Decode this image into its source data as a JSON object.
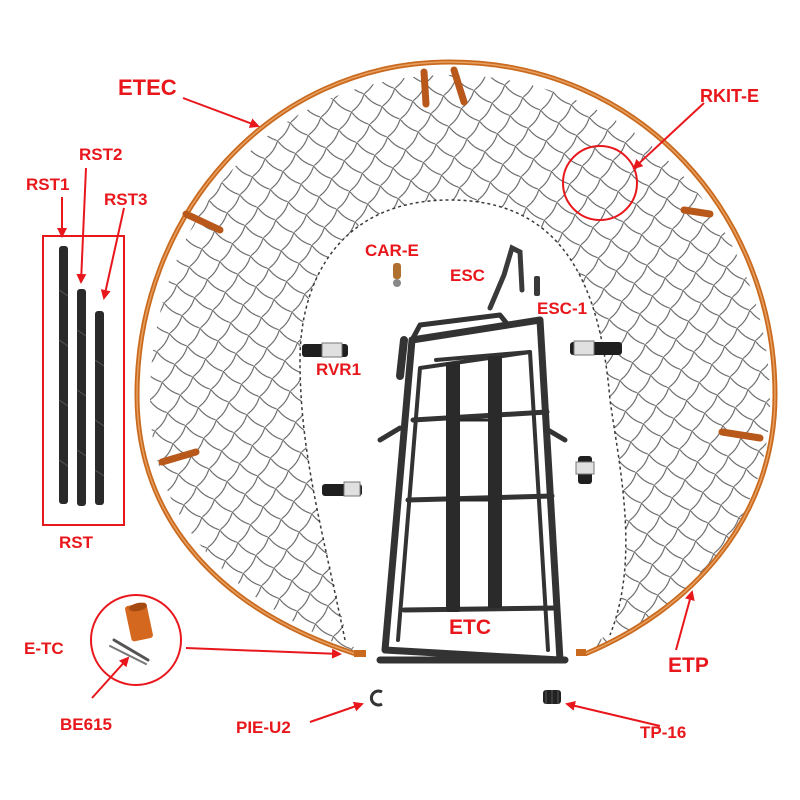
{
  "labels": {
    "etec": "ETEC",
    "rkit_e": "RKIT-E",
    "rst1": "RST1",
    "rst2": "RST2",
    "rst3": "RST3",
    "rst": "RST",
    "car_e": "CAR-E",
    "esc": "ESC",
    "esc_1": "ESC-1",
    "rvr1": "RVR1",
    "etc": "ETC",
    "etp": "ETP",
    "e_tc": "E-TC",
    "be615": "BE615",
    "pie_u2": "PIE-U2",
    "tp_16": "TP-16"
  },
  "colors": {
    "label": "#e8171c",
    "hoop": "#c96a1e",
    "net": "#555555",
    "frame": "#333333",
    "rod": "#2a2a2a"
  }
}
